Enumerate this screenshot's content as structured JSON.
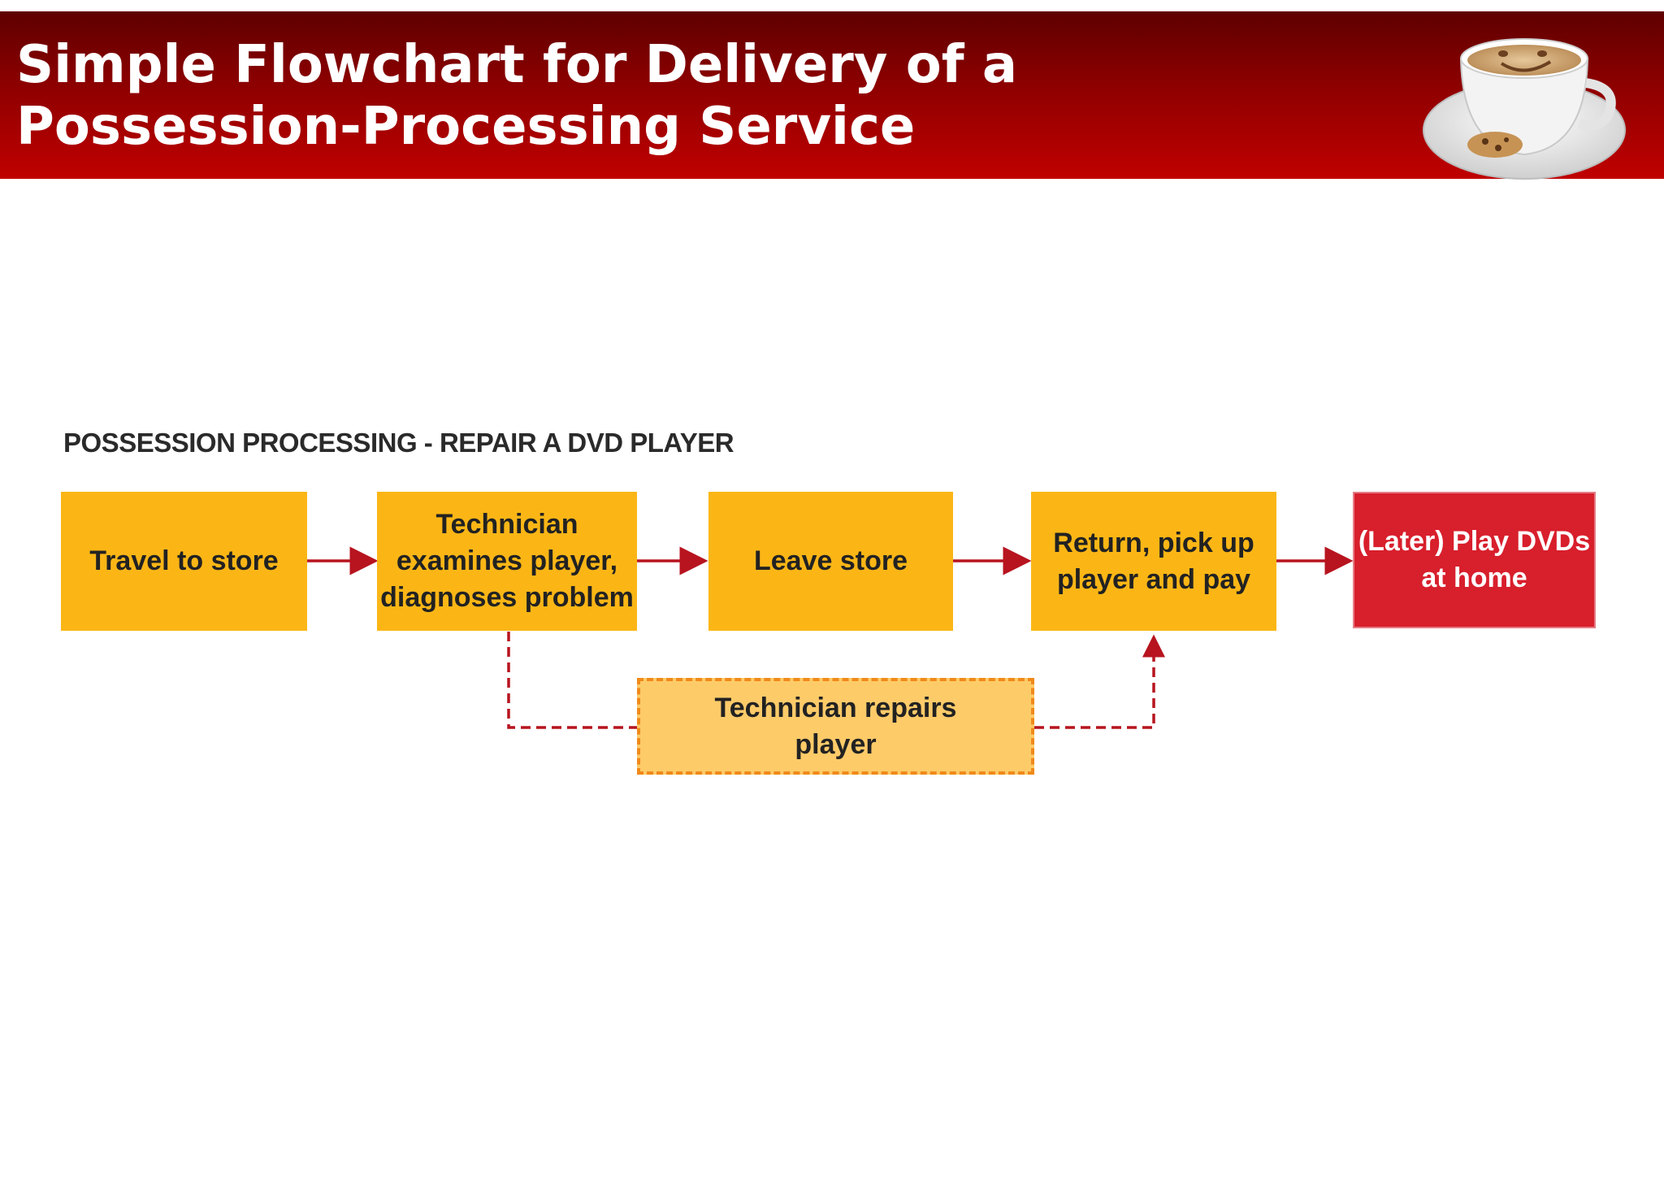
{
  "header": {
    "title_line1": "Simple Flowchart for Delivery of a",
    "title_line2": "Possession-Processing Service"
  },
  "diagram": {
    "section_label": "POSSESSION PROCESSING - REPAIR A DVD PLAYER",
    "steps": [
      {
        "lines": [
          "Travel to store"
        ]
      },
      {
        "lines": [
          "Technician",
          "examines player,",
          "diagnoses problem"
        ]
      },
      {
        "lines": [
          "Leave store"
        ]
      },
      {
        "lines": [
          "Return, pick up",
          "player and pay"
        ]
      },
      {
        "lines": [
          "(Later) Play DVDs",
          "at home"
        ]
      }
    ],
    "backstage_step": {
      "lines": [
        "Technician repairs",
        "player"
      ]
    },
    "colors": {
      "step_fill": "#fbb616",
      "final_fill": "#d81f2c",
      "backstage_fill": "#fecb69",
      "backstage_border": "#f08a1a",
      "arrow": "#b7141f",
      "header_dark": "#5e0000",
      "header_light": "#c00000"
    }
  },
  "icons": {
    "header_image": "coffee-cup-smiley-icon"
  }
}
